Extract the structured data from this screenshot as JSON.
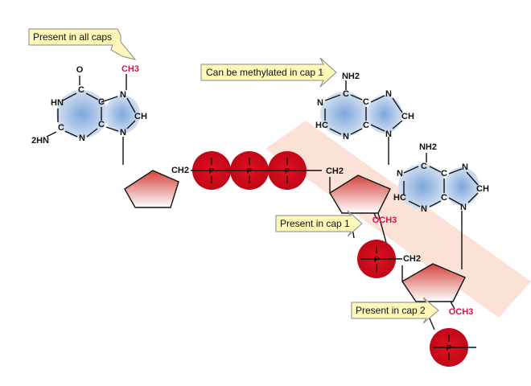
{
  "labels": {
    "all_caps": "Present in all caps",
    "methylated_cap1": "Can be methylated in cap 1",
    "cap1": "Present in cap 1",
    "cap2": "Present in cap 2"
  },
  "atoms": {
    "ch3": "CH3",
    "o": "O",
    "hn": "HN",
    "c": "C",
    "n": "N",
    "ch": "CH",
    "h2n": "2HN",
    "nh2": "NH2",
    "hc": "HC",
    "ch2": "CH2",
    "p": "P",
    "och3": "OCH3"
  },
  "colors": {
    "phosphate": "#d01020",
    "methyl": "#d01848",
    "band": "#fbd9cc",
    "label_box": "#fdf7b8",
    "base_fill": "#8fb3e0"
  }
}
